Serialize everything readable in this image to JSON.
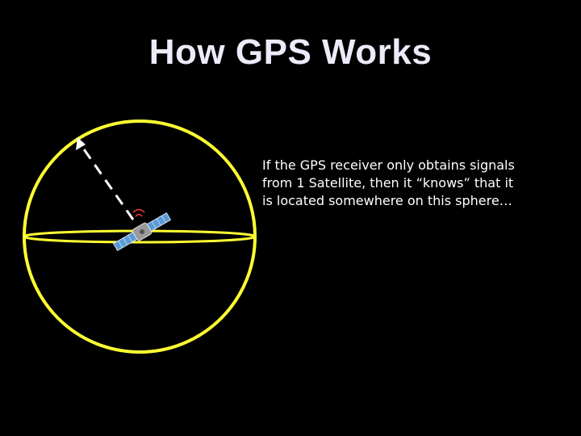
{
  "slide": {
    "title": "How GPS Works",
    "caption_lines": [
      "If the GPS receiver only obtains signals",
      "from 1 Satellite, then it “knows” that it",
      "is located somewhere on this sphere…"
    ]
  },
  "diagram": {
    "sphere_color": "#ffff33",
    "radius_arrow_color": "#ffffff",
    "satellite_body_color": "#9a9a9a",
    "solar_panel_color": "#5a9ad6",
    "signal_color": "#ff3b3b"
  }
}
